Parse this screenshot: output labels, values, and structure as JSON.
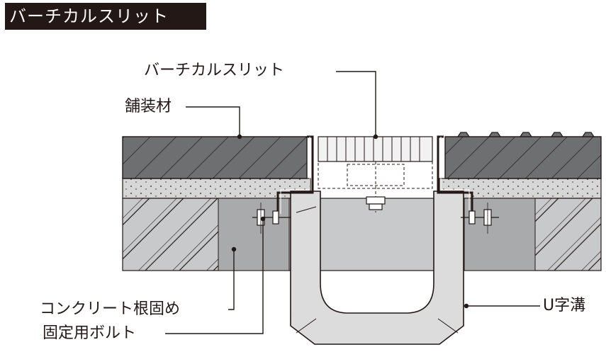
{
  "header": {
    "title": "バーチカルスリット"
  },
  "labels": {
    "vertical_slit": "バーチカルスリット",
    "pavement": "舗装材",
    "concrete_foundation": "コンクリート根固め",
    "fixing_bolt": "固定用ボルト",
    "u_gutter": "U字溝"
  },
  "colors": {
    "ink": "#231815",
    "asphalt": "#6e6f71",
    "base_concrete": "#d6d6d6",
    "foundation": "#a9aaac",
    "u_gutter_fill": "#dcdcdd",
    "grating": "#f2f2f2"
  }
}
